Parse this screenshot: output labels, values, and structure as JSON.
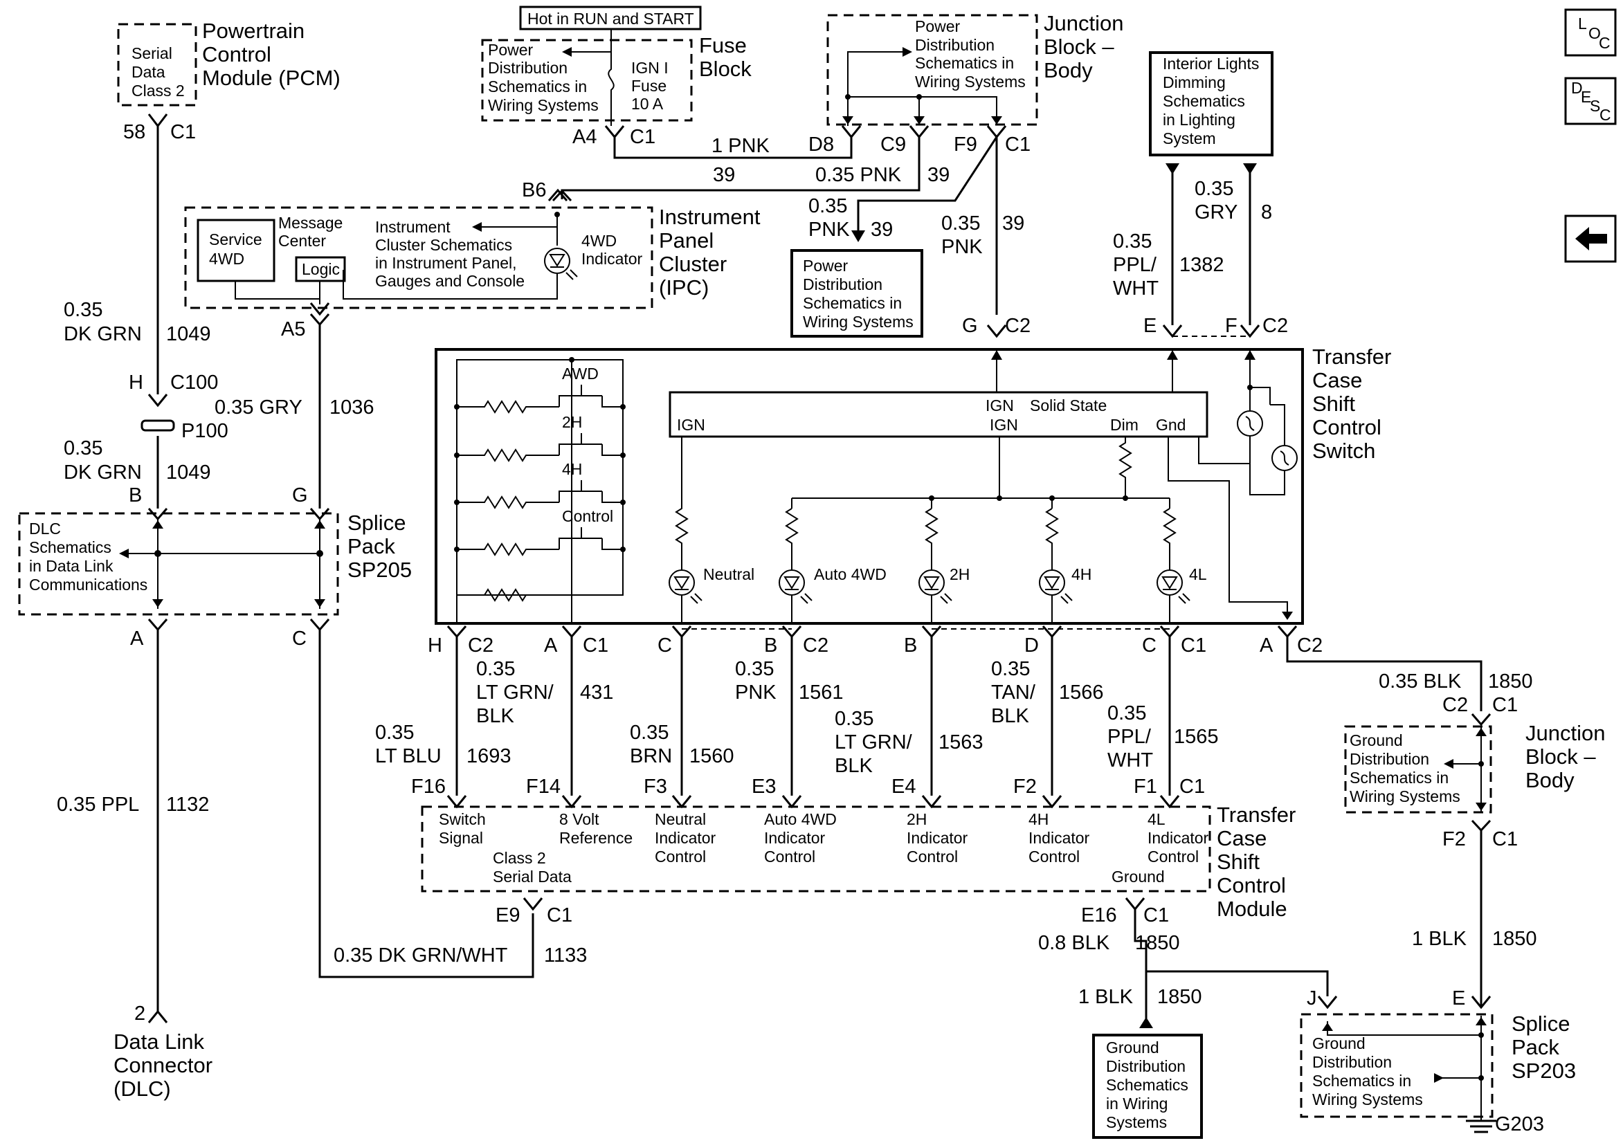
{
  "nav": {
    "loc_L": "L",
    "loc_O": "O",
    "loc_C": "C",
    "desc_D": "D",
    "desc_E": "E",
    "desc_S": "S",
    "desc_C": "C",
    "back_icon": "left-arrow-icon"
  },
  "pcm": {
    "l1": "Powertrain",
    "l2": "Control",
    "l3": "Module (PCM)",
    "sd1": "Serial",
    "sd2": "Data",
    "sd3": "Class 2",
    "pin": "58",
    "conn": "C1"
  },
  "fuse": {
    "hot": "Hot in RUN and START",
    "pd1": "Power",
    "pd2": "Distribution",
    "pd3": "Schematics in",
    "pd4": "Wiring Systems",
    "ign1": "IGN I",
    "ign2": "Fuse",
    "ign3": "10 A",
    "l1": "Fuse",
    "l2": "Block",
    "pin": "A4",
    "conn": "C1"
  },
  "jb1": {
    "pd1": "Power",
    "pd2": "Distribution",
    "pd3": "Schematics in",
    "pd4": "Wiring Systems",
    "l1": "Junction",
    "l2": "Block –",
    "l3": "Body",
    "d8": "D8",
    "c9": "C9",
    "f9": "F9",
    "conn": "C1"
  },
  "wire_pnk1": {
    "gauge": "1 PNK",
    "circuit": "39"
  },
  "wire_pnk035": {
    "gauge": "0.35 PNK",
    "circuit": "39"
  },
  "pnk_left": {
    "l1": "0.35",
    "l2": "PNK",
    "circuit": "39"
  },
  "pnk_right": {
    "l1": "0.35",
    "l2": "PNK",
    "circuit": "39"
  },
  "pd_box": {
    "l1": "Power",
    "l2": "Distribution",
    "l3": "Schematics in",
    "l4": "Wiring Systems"
  },
  "ild": {
    "l1": "Interior Lights",
    "l2": "Dimming",
    "l3": "Schematics",
    "l4": "in Lighting",
    "l5": "System"
  },
  "gry8": {
    "l1": "0.35",
    "l2": "GRY",
    "circuit": "8"
  },
  "ppl1382": {
    "l1": "0.35",
    "l2": "PPL/",
    "l3": "WHT",
    "circuit": "1382"
  },
  "ipc": {
    "b6": "B6",
    "svc1": "Service",
    "svc2": "4WD",
    "msg1": "Message",
    "msg2": "Center",
    "logic": "Logic",
    "ic1": "Instrument",
    "ic2": "Cluster Schematics",
    "ic3": "in Instrument Panel,",
    "ic4": "Gauges and Console",
    "ind1": "4WD",
    "ind2": "Indicator",
    "l1": "Instrument",
    "l2": "Panel",
    "l3": "Cluster",
    "l4": "(IPC)",
    "a5": "A5"
  },
  "dkgrn1": {
    "l1": "0.35",
    "l2": "DK GRN",
    "circuit": "1049"
  },
  "c100": {
    "pin": "H",
    "conn": "C100",
    "p100": "P100"
  },
  "dkgrn2": {
    "l1": "0.35",
    "l2": "DK GRN",
    "circuit": "1049"
  },
  "gry1036": {
    "gauge": "0.35 GRY",
    "circuit": "1036"
  },
  "sp205": {
    "b": "B",
    "g": "G",
    "a": "A",
    "c": "C",
    "dlc1": "DLC",
    "dlc2": "Schematics",
    "dlc3": "in Data Link",
    "dlc4": "Communications",
    "l1": "Splice",
    "l2": "Pack",
    "l3": "SP205"
  },
  "ppl1132": {
    "gauge": "0.35 PPL",
    "circuit": "1132"
  },
  "dlc": {
    "pin": "2",
    "l1": "Data Link",
    "l2": "Connector",
    "l3": "(DLC)"
  },
  "tcs": {
    "g": "G",
    "c2a": "C2",
    "e": "E",
    "f": "F",
    "c2b": "C2",
    "awd": "AWD",
    "h2": "2H",
    "h4": "4H",
    "l4": "Control",
    "ign_left": "IGN",
    "ign_top": "IGN",
    "solid": "Solid State",
    "ign_mid": "IGN",
    "dim": "Dim",
    "gnd": "Gnd",
    "neutral": "Neutral",
    "auto4wd": "Auto 4WD",
    "led2h": "2H",
    "led4h": "4H",
    "led4l": "4L",
    "l1": "Transfer",
    "l2": "Case",
    "l3": "Shift",
    "l5": "Switch"
  },
  "tcs_pins": {
    "h": "H",
    "c2": "C2",
    "a": "A",
    "c1": "C1",
    "c": "C",
    "b1": "B",
    "c2b": "C2",
    "b2": "B",
    "d": "D",
    "c3": "C",
    "c1b": "C1",
    "a2": "A",
    "c2c": "C2"
  },
  "w431": {
    "l1": "0.35",
    "l2": "LT GRN/",
    "l3": "BLK",
    "circuit": "431"
  },
  "w1693": {
    "l1": "0.35",
    "l2": "LT BLU",
    "circuit": "1693"
  },
  "w1560": {
    "l1": "0.35",
    "l2": "BRN",
    "circuit": "1560"
  },
  "w1561": {
    "l1": "0.35",
    "l2": "PNK",
    "circuit": "1561"
  },
  "w1563": {
    "l1": "0.35",
    "l2": "LT GRN/",
    "l3": "BLK",
    "circuit": "1563"
  },
  "w1566": {
    "l1": "0.35",
    "l2": "TAN/",
    "l3": "BLK",
    "circuit": "1566"
  },
  "w1565": {
    "l1": "0.35",
    "l2": "PPL/",
    "l3": "WHT",
    "circuit": "1565"
  },
  "w1850a": {
    "gauge": "0.35 BLK",
    "circuit": "1850",
    "c2": "C2",
    "c1": "C1"
  },
  "jb2": {
    "g1": "Ground",
    "g2": "Distribution",
    "g3": "Schematics in",
    "g4": "Wiring Systems",
    "l1": "Junction",
    "l2": "Block –",
    "l3": "Body",
    "f2": "F2",
    "c1": "C1"
  },
  "tccm": {
    "f16": "F16",
    "f14": "F14",
    "f3": "F3",
    "e3": "E3",
    "e4": "E4",
    "f2": "F2",
    "f1": "F1",
    "c1": "C1",
    "ss1": "Switch",
    "ss2": "Signal",
    "v1": "8 Volt",
    "v2": "Reference",
    "n1": "Neutral",
    "n2": "Indicator",
    "n3": "Control",
    "a1": "Auto 4WD",
    "a2": "Indicator",
    "a3": "Control",
    "h2a": "2H",
    "h2b": "Indicator",
    "h2c": "Control",
    "h4a": "4H",
    "h4b": "Indicator",
    "h4c": "Control",
    "l4a": "4L",
    "l4b": "Indicator",
    "l4c": "Control",
    "sd1": "Class 2",
    "sd2": "Serial Data",
    "gnd": "Ground",
    "l1": "Transfer",
    "l2": "Case",
    "l3": "Shift",
    "l4": "Control",
    "l5": "Module",
    "e9": "E9",
    "c1b": "C1",
    "e16": "E16",
    "c1c": "C1"
  },
  "w1133": {
    "gauge": "0.35 DK GRN/WHT",
    "circuit": "1133"
  },
  "w1850b": {
    "gauge": "0.8 BLK",
    "circuit": "1850"
  },
  "w1850c": {
    "gauge": "1 BLK",
    "circuit": "1850"
  },
  "w1850d": {
    "gauge": "1 BLK",
    "circuit": "1850"
  },
  "gd_box": {
    "l1": "Ground",
    "l2": "Distribution",
    "l3": "Schematics",
    "l4": "in Wiring",
    "l5": "Systems"
  },
  "sp203": {
    "j": "J",
    "e": "E",
    "g1": "Ground",
    "g2": "Distribution",
    "g3": "Schematics in",
    "g4": "Wiring Systems",
    "l1": "Splice",
    "l2": "Pack",
    "l3": "SP203",
    "g203": "G203"
  }
}
